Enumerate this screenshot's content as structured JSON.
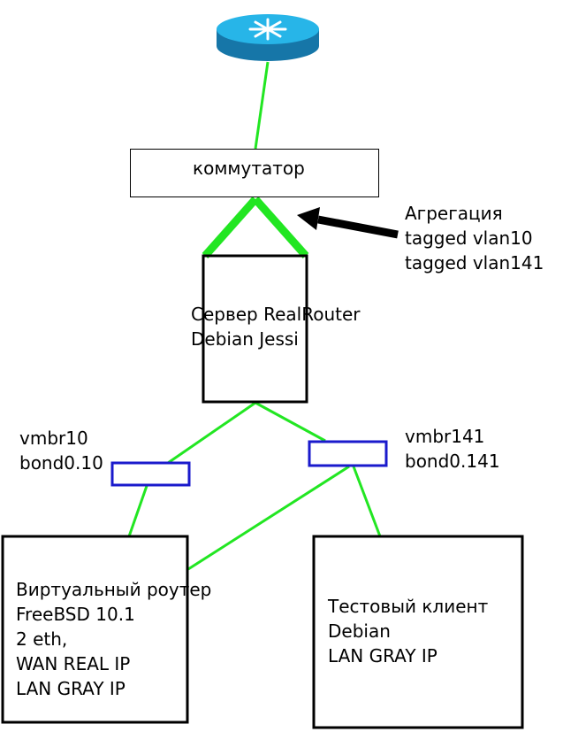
{
  "colors": {
    "link": "#22e622",
    "bridge_border": "#1a1acc",
    "box_border": "#000000",
    "router_top": "#27b5e8",
    "router_side": "#1676a8"
  },
  "switch": {
    "label": "коммутатор"
  },
  "aggregation": {
    "lines": [
      "Агрегация",
      "tagged vlan10",
      "tagged vlan141"
    ]
  },
  "server": {
    "lines": [
      "Сервер RealRouter",
      "Debian Jessi"
    ]
  },
  "bridge_left": {
    "lines": [
      "vmbr10",
      "bond0.10"
    ]
  },
  "bridge_right": {
    "lines": [
      "vmbr141",
      "bond0.141"
    ]
  },
  "vrouter": {
    "lines": [
      "Виртуальный роутер",
      "FreeBSD 10.1",
      "2 eth,",
      "WAN REAL IP",
      "LAN GRAY IP"
    ]
  },
  "client": {
    "lines": [
      "Тестовый клиент",
      "Debian",
      "LAN GRAY IP"
    ]
  },
  "router": {
    "icon": "router-icon"
  }
}
